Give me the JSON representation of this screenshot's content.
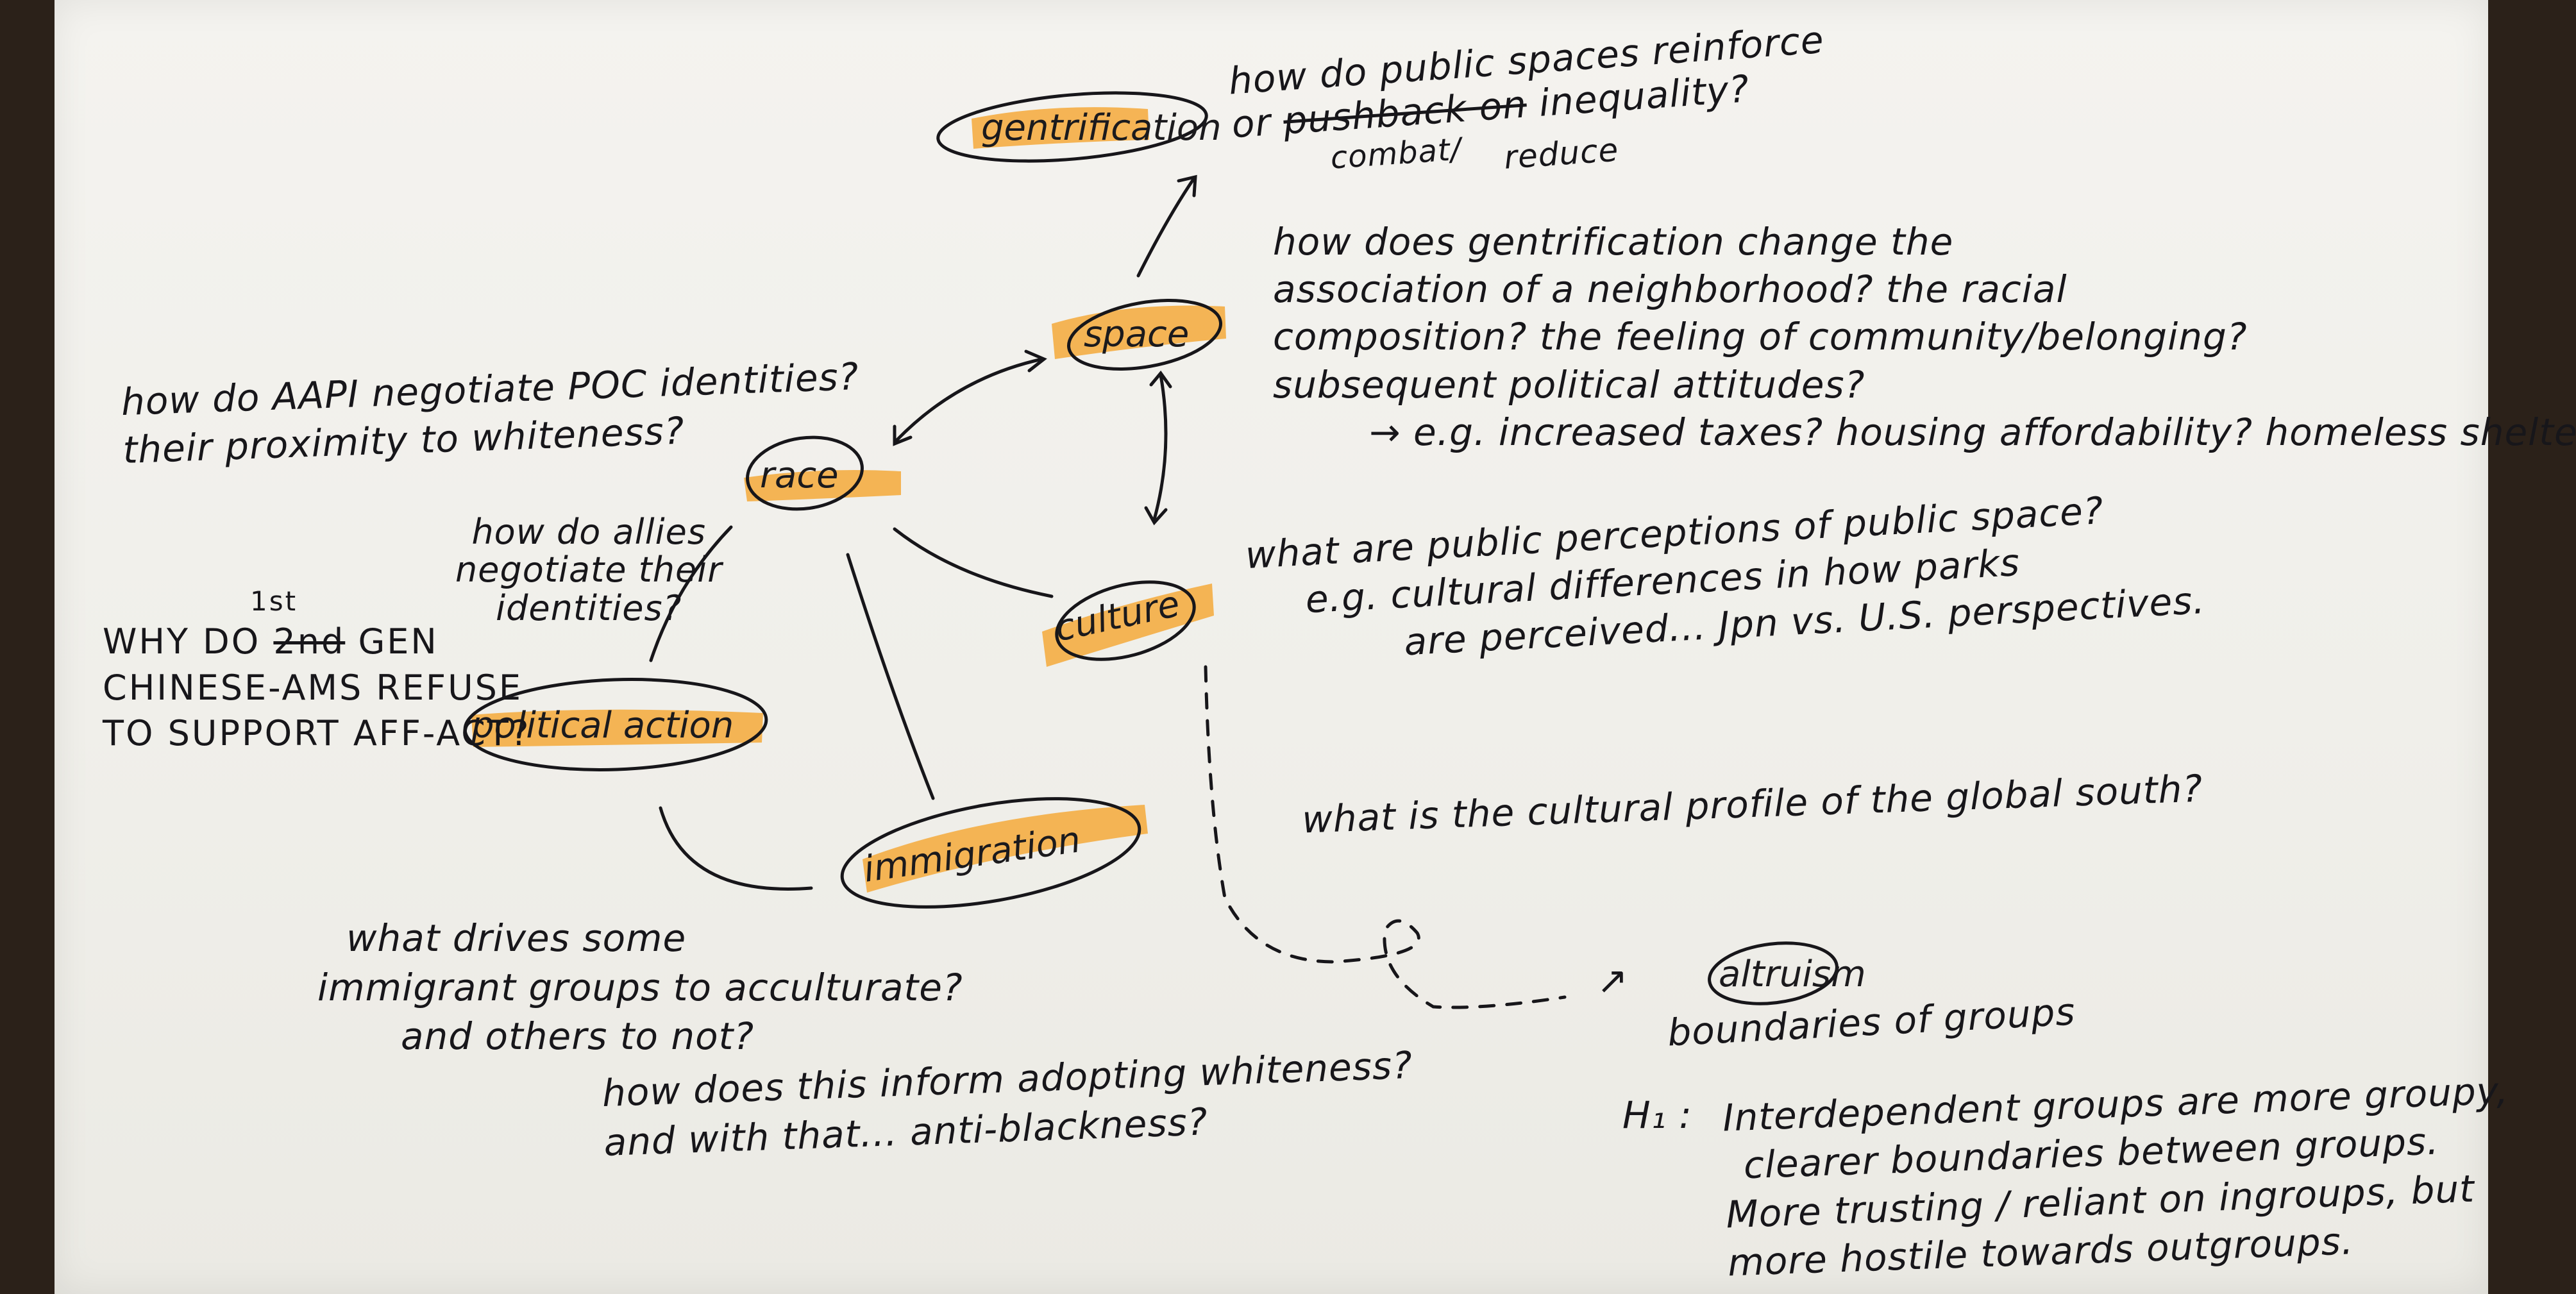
{
  "nodes": {
    "gentrification": "gentrification",
    "space": "space",
    "race": "race",
    "culture": "culture",
    "political_action": "political action",
    "immigration": "immigration",
    "altruism": "altruism"
  },
  "notes": {
    "gentrification_q": {
      "line1": "how do public spaces reinforce",
      "line2_prefix": "or",
      "line2_struck": "pushback on",
      "line2_suffix": "inequality?",
      "line3": "combat/",
      "line4": "reduce"
    },
    "space_q": {
      "line1": "how does gentrification change the",
      "line2": "association of a neighborhood? the racial",
      "line3": "composition? the feeling of community/belonging?",
      "line4": "subsequent political attitudes?",
      "line5": "→ e.g. increased taxes? housing affordability? homeless shelter?"
    },
    "public_space_q": "what are public perceptions of public space?",
    "culture_q": {
      "line1": "what are public perceptions of public space?",
      "line2": "e.g. cultural differences in how parks",
      "line3": "are perceived... Jpn vs. U.S. perspectives."
    },
    "global_south_q": "what is the cultural profile of the global south?",
    "aapi_q": {
      "line1": "how do AAPI negotiate POC identities?",
      "line2": "their proximity to whiteness?"
    },
    "allies_q": {
      "line1": "how do allies",
      "line2": "negotiate their",
      "line3": "identities?"
    },
    "affact_q": {
      "superscript": "1st",
      "line1_prefix": "WHY DO",
      "line1_struck": "2nd",
      "line1_suffix": "GEN",
      "line2": "CHINESE-AMS REFUSE",
      "line3": "TO SUPPORT AFF-ACT?"
    },
    "acculturate_q": {
      "line1": "what drives some",
      "line2": "immigrant groups to acculturate?",
      "line3": "and others to not?"
    },
    "whiteness_q": {
      "line1": "how does this inform adopting whiteness?",
      "line2": "and with that... anti-blackness?"
    },
    "altruism_note": {
      "arrow": "↗",
      "line2": "boundaries of groups"
    },
    "hypothesis": {
      "label": "H₁ :",
      "line1": "Interdependent groups are more groupy,",
      "line2": "clearer boundaries between groups.",
      "line3": "More trusting / reliant on ingroups, but",
      "line4": "more hostile towards outgroups."
    }
  },
  "colors": {
    "highlighter": "#f5a93a",
    "ink": "#17161a",
    "paper": "#f2f1ec",
    "table": "#2b2119"
  }
}
